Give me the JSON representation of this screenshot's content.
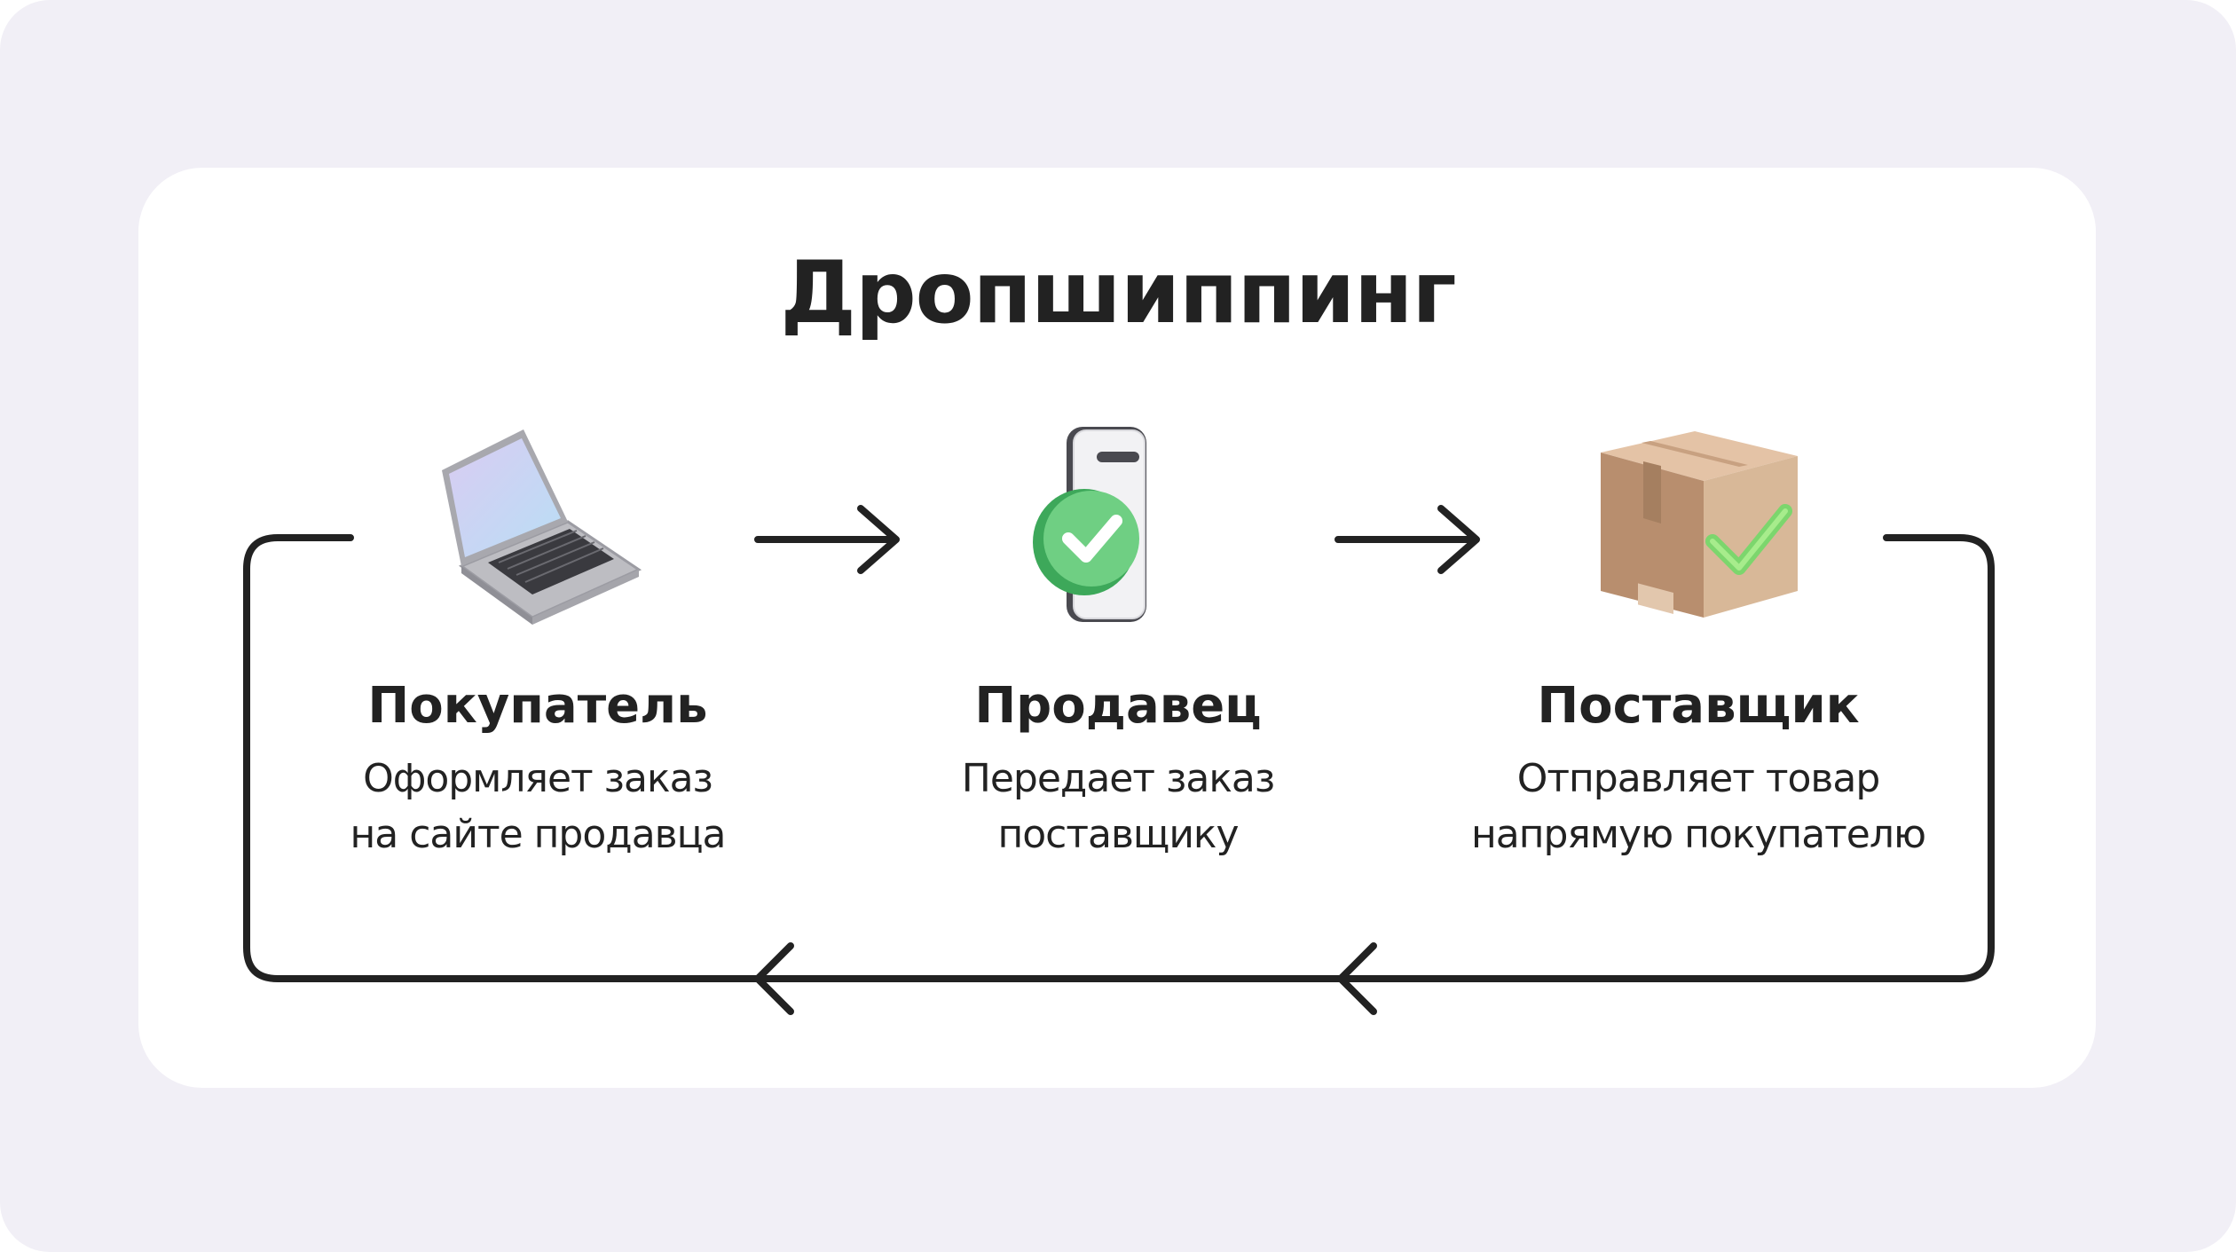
{
  "title": "Дропшиппинг",
  "steps": [
    {
      "name": "Покупатель",
      "desc_line1": "Оформляет заказ",
      "desc_line2": "на сайте продавца",
      "icon": "laptop-icon"
    },
    {
      "name": "Продавец",
      "desc_line1": "Передает заказ",
      "desc_line2": "поставщику",
      "icon": "phone-check-icon"
    },
    {
      "name": "Поставщик",
      "desc_line1": "Отправляет товар",
      "desc_line2": "напрямую покупателю",
      "icon": "box-check-icon"
    }
  ],
  "colors": {
    "background": "#f1eff6",
    "card": "#ffffff",
    "text": "#222222",
    "line": "#222222",
    "check_green": "#6fcf83",
    "box_brown": "#c9a284"
  }
}
